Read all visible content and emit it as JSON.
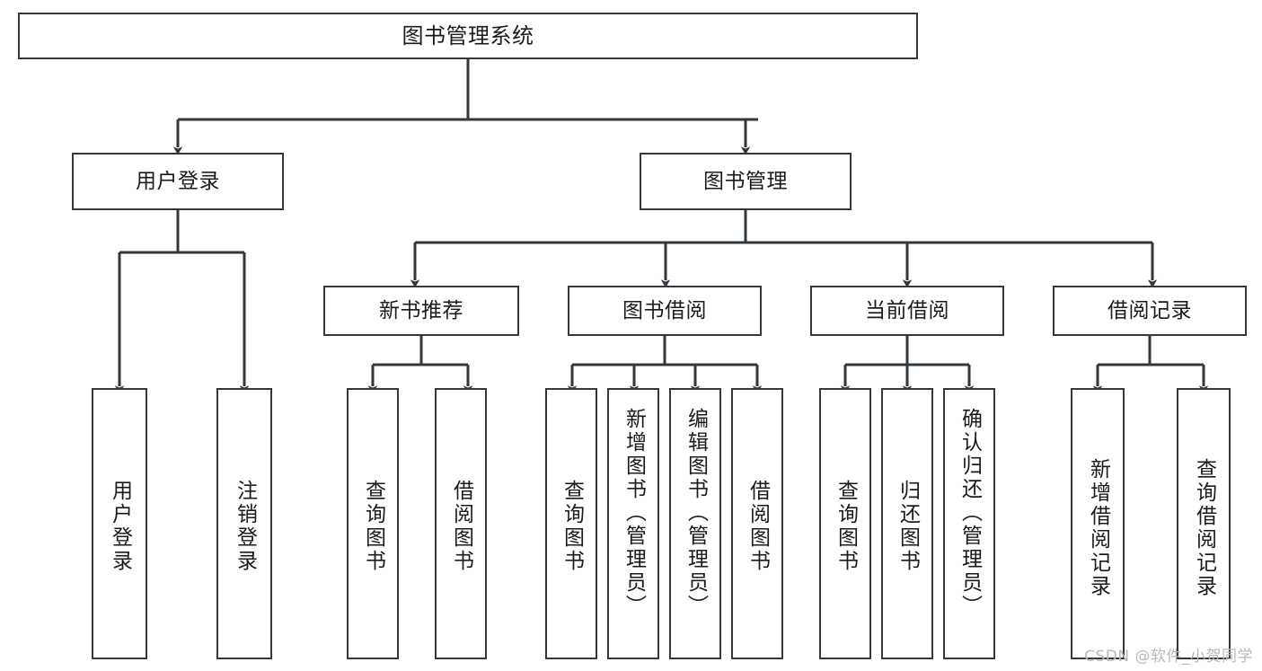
{
  "diagram": {
    "title": "图书管理系统",
    "type": "tree-hierarchy",
    "watermark": "CSDN @软件_小贺同学",
    "colors": {
      "background": "#ffffff",
      "node_border": "#33383d",
      "node_fill": "#ffffff",
      "text": "#1b1b1b",
      "edge": "#33383d",
      "watermark": "#b9b9b9"
    },
    "levels": {
      "root": {
        "label": "图书管理系统"
      },
      "level2": [
        {
          "label": "用户登录"
        },
        {
          "label": "图书管理"
        }
      ],
      "level3": [
        {
          "label": "新书推荐"
        },
        {
          "label": "图书借阅"
        },
        {
          "label": "当前借阅"
        },
        {
          "label": "借阅记录"
        }
      ],
      "leaves": {
        "user_login": [
          {
            "label": "用户登录"
          },
          {
            "label": "注销登录"
          }
        ],
        "new_book_recommend": [
          {
            "label": "查询图书"
          },
          {
            "label": "借阅图书"
          }
        ],
        "book_borrow": [
          {
            "label": "查询图书"
          },
          {
            "label": "新增图书（管理员）"
          },
          {
            "label": "编辑图书（管理员）"
          },
          {
            "label": "借阅图书"
          }
        ],
        "current_borrow": [
          {
            "label": "查询图书"
          },
          {
            "label": "归还图书"
          },
          {
            "label": "确认归还（管理员）"
          }
        ],
        "borrow_record": [
          {
            "label": "新增借阅记录"
          },
          {
            "label": "查询借阅记录"
          }
        ]
      }
    }
  }
}
